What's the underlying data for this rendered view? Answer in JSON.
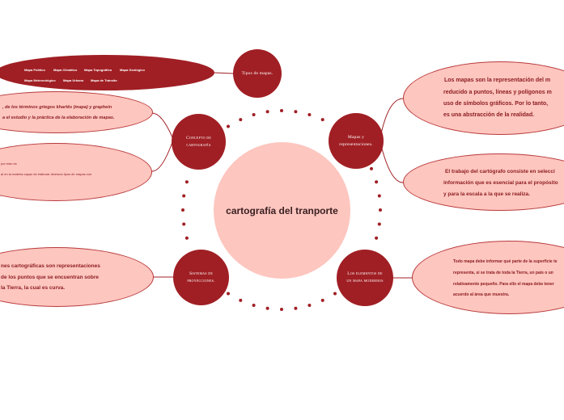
{
  "central_topic": "cartografía del tranporte",
  "nodes": {
    "tipos": "Tipos de mapas.",
    "concepto": "Concepto de cartografía",
    "mapas_rep": "Mapas y representaciones.",
    "sistemas": "Sistemas de proyecciones.",
    "elementos": "Los elementos de un mapa modernos"
  },
  "map_types": {
    "row1": [
      "Mapa Político",
      "Mapa Climático",
      "Mapa Topográfico",
      "Mapa Geológico"
    ],
    "row2": [
      "Mapa Meteorológico",
      "Mapa Urbano",
      "Mapa de Tránsito"
    ]
  },
  "bubbles": {
    "concepto_1": [
      ", de los términos griegos khartēs (mapa) y graphein",
      "a el estudio y la práctica de la elaboración de mapas."
    ],
    "concepto_2": [
      "por esto es",
      "al en la materia capaz de elaborar diversos tipos de mapas con"
    ],
    "mapas_1": [
      "Los mapas son la representación del m",
      "reducido a puntos, líneas y polígonos m",
      "uso de símbolos gráficos. Por lo tanto,",
      "es una abstracción de la realidad."
    ],
    "mapas_2": [
      "El trabajo del cartógrafo consiste en selecci",
      "información que es esencial para el propósito",
      "y para la escala a la que se realiza."
    ],
    "sistemas_1": [
      "nes cartográficas son representaciones",
      "de los puntos que se encuentran sobre",
      "la Tierra, la cual es curva."
    ],
    "elementos_1": [
      "Todo mapa debe informar qué parte de la superficie te",
      "representa, si se trata de toda la Tierra, un país o un",
      "relativamente pequeño. Para ello el mapa debe tener",
      "acuerdo al área que muestra."
    ]
  },
  "colors": {
    "dark": "#a01f24",
    "pink": "#fdc6bf",
    "line": "#a01f24"
  }
}
